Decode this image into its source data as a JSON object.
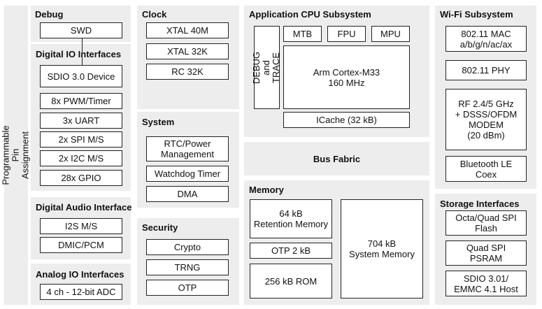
{
  "pin_assignment": {
    "label": "Programmable Pin Assignment"
  },
  "debug": {
    "title": "Debug",
    "swd": "SWD"
  },
  "digital_io": {
    "title": "Digital IO Interfaces",
    "items": [
      "SDIO 3.0 Device",
      "8x PWM/Timer",
      "3x UART",
      "2x SPI M/S",
      "2x I2C M/S",
      "28x GPIO"
    ]
  },
  "digital_audio": {
    "title": "Digital Audio Interface",
    "items": [
      "I2S M/S",
      "DMIC/PCM"
    ]
  },
  "analog_io": {
    "title": "Analog IO Interfaces",
    "adc": "4 ch - 12-bit ADC"
  },
  "clock": {
    "title": "Clock",
    "items": [
      "XTAL 40M",
      "XTAL 32K",
      "RC 32K"
    ]
  },
  "system": {
    "title": "System",
    "items": [
      "RTC/Power\nManagement",
      "Watchdog Timer",
      "DMA"
    ]
  },
  "security": {
    "title": "Security",
    "items": [
      "Crypto",
      "TRNG",
      "OTP"
    ]
  },
  "app_cpu": {
    "title": "Application CPU Subsystem",
    "debug_trace": "DEBUG and\nTRACE",
    "mtb": "MTB",
    "fpu": "FPU",
    "mpu": "MPU",
    "core": "Arm Cortex-M33\n160 MHz",
    "icache": "ICache (32 kB)"
  },
  "bus_fabric": {
    "label": "Bus Fabric"
  },
  "memory": {
    "title": "Memory",
    "retention": "64 kB\nRetention Memory",
    "otp": "OTP 2 kB",
    "rom": "256 kB ROM",
    "system_memory": "704 kB\nSystem Memory"
  },
  "wifi": {
    "title": "Wi-Fi Subsystem",
    "mac": "802.11 MAC\na/b/g/n/ac/ax",
    "phy": "802.11 PHY",
    "rf": "RF 2.4/5 GHz\n+ DSSS/OFDM\nMODEM\n(20 dBm)",
    "bt": "Bluetooth LE\nCoex"
  },
  "storage": {
    "title": "Storage Interfaces",
    "items": [
      "Octa/Quad SPI\nFlash",
      "Quad SPI\nPSRAM",
      "SDIO 3.01/\nEMMC 4.1 Host"
    ]
  }
}
